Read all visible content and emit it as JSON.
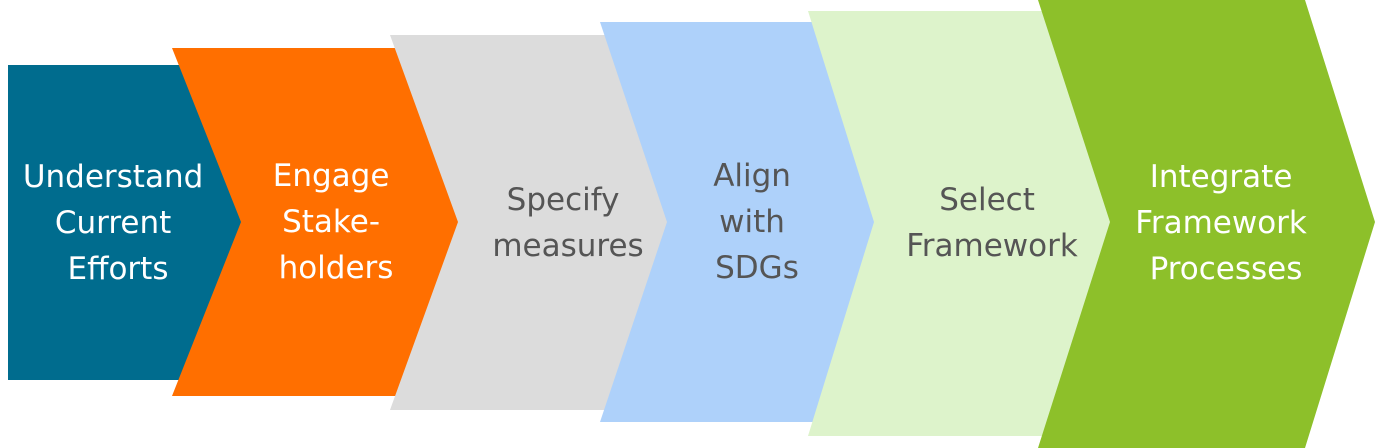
{
  "steps": [
    {
      "id": "understand",
      "lines": [
        "Understand",
        "Current",
        "Efforts"
      ],
      "fill": "#006C8E",
      "text_color": "#FFFFFF"
    },
    {
      "id": "engage",
      "lines": [
        "Engage",
        "Stake-",
        "holders"
      ],
      "fill": "#FF6F00",
      "text_color": "#FFFFFF"
    },
    {
      "id": "specify",
      "lines": [
        "Specify",
        "measures"
      ],
      "fill": "#DCDCDC",
      "text_color": "#555555"
    },
    {
      "id": "align",
      "lines": [
        "Align",
        "with",
        "SDGs"
      ],
      "fill": "#AED1FA",
      "text_color": "#555555"
    },
    {
      "id": "select",
      "lines": [
        "Select",
        "Framework"
      ],
      "fill": "#DDF3CB",
      "text_color": "#555555"
    },
    {
      "id": "integrate",
      "lines": [
        "Integrate",
        "Framework",
        "Processes"
      ],
      "fill": "#8DC02A",
      "text_color": "#FFFFFF"
    }
  ]
}
